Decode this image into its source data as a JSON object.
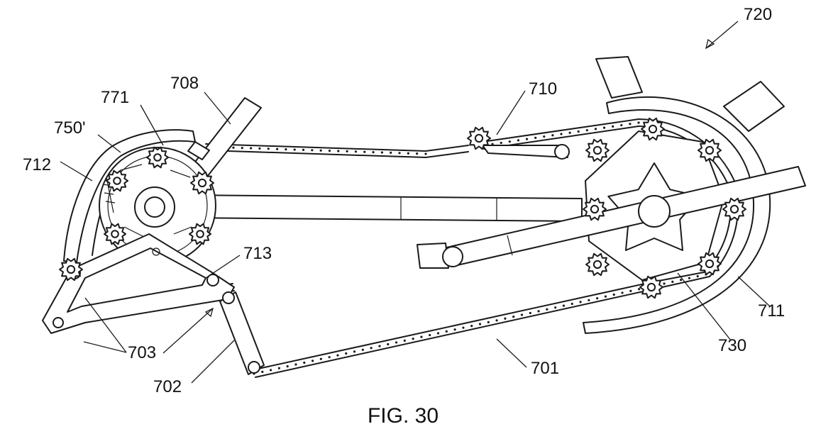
{
  "figure": {
    "caption": "FIG. 30",
    "reference_numerals": [
      {
        "id": "n720",
        "text": "720"
      },
      {
        "id": "n708",
        "text": "708"
      },
      {
        "id": "n771",
        "text": "771"
      },
      {
        "id": "n750",
        "text": "750'"
      },
      {
        "id": "n712",
        "text": "712"
      },
      {
        "id": "n710",
        "text": "710"
      },
      {
        "id": "n713",
        "text": "713"
      },
      {
        "id": "n703",
        "text": "703"
      },
      {
        "id": "n702",
        "text": "702"
      },
      {
        "id": "n701",
        "text": "701"
      },
      {
        "id": "n730",
        "text": "730"
      },
      {
        "id": "n711",
        "text": "711"
      }
    ]
  }
}
